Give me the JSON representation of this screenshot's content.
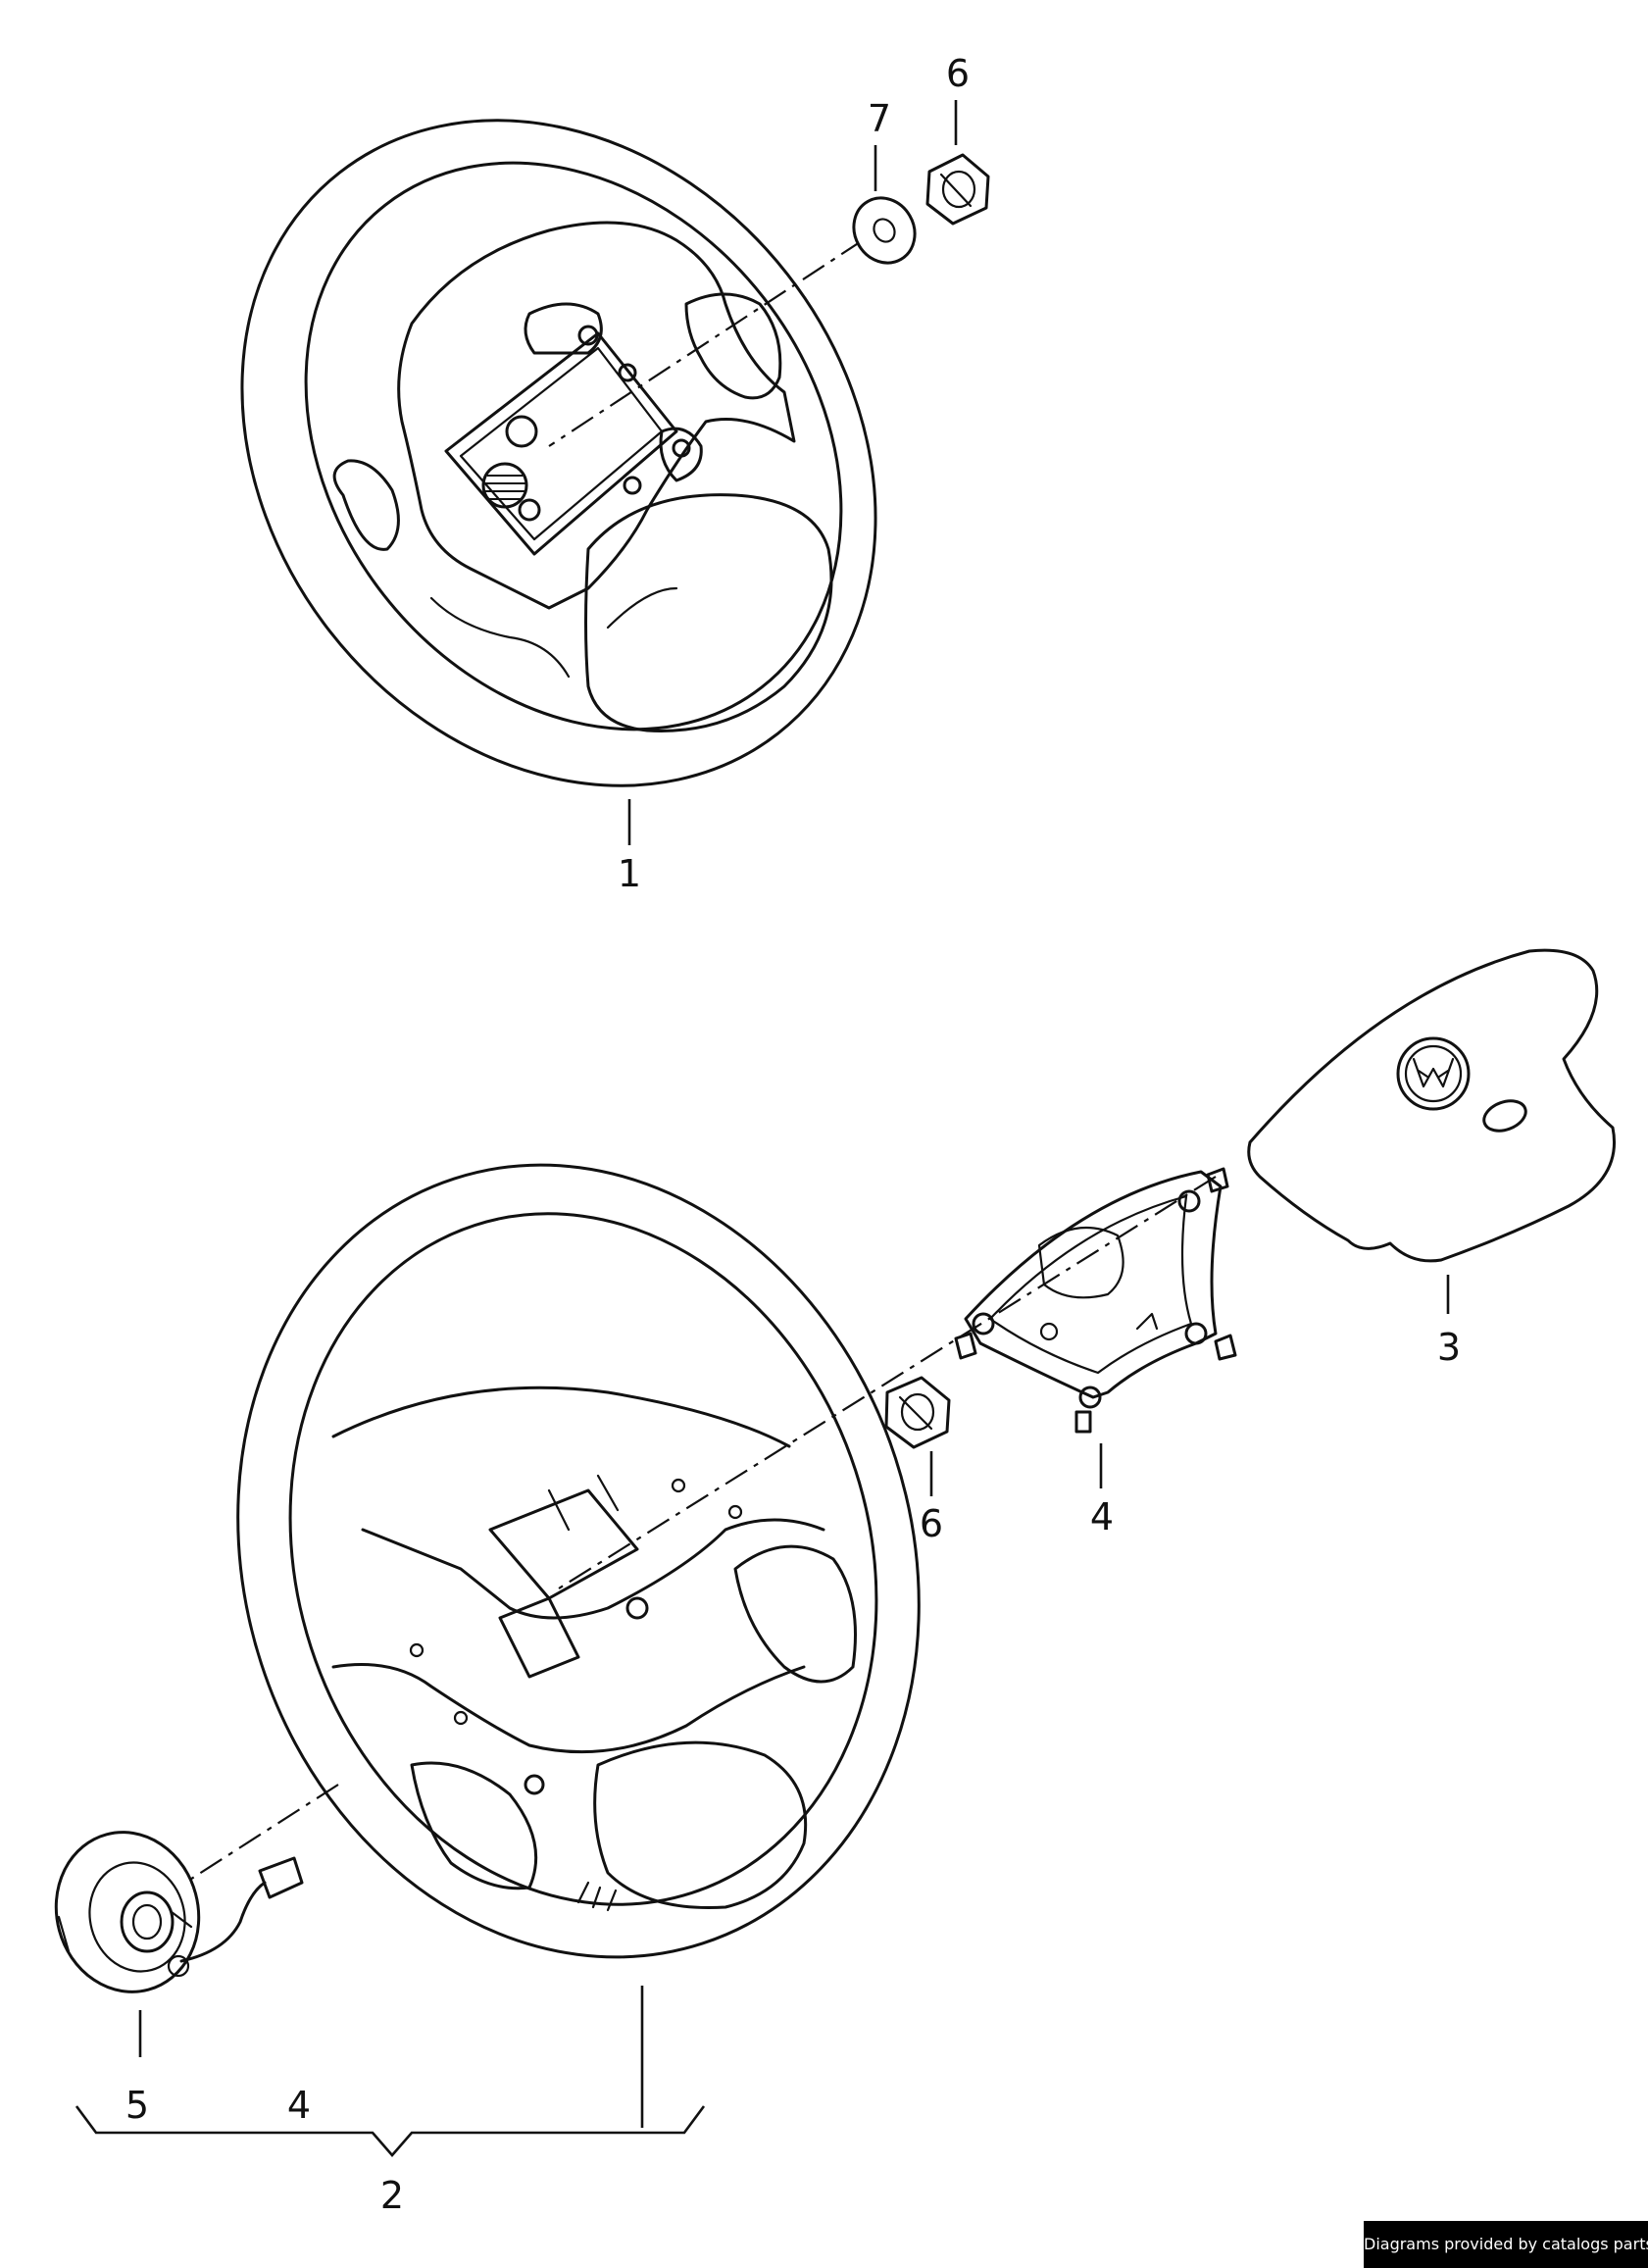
{
  "callouts": {
    "c1": "1",
    "c2": "2",
    "c3": "3",
    "c4_frame": "4",
    "c4_group": "4",
    "c5": "5",
    "c6_top": "6",
    "c6_bottom": "6",
    "c7": "7"
  },
  "credit": "Diagrams provided by catalogs parts"
}
